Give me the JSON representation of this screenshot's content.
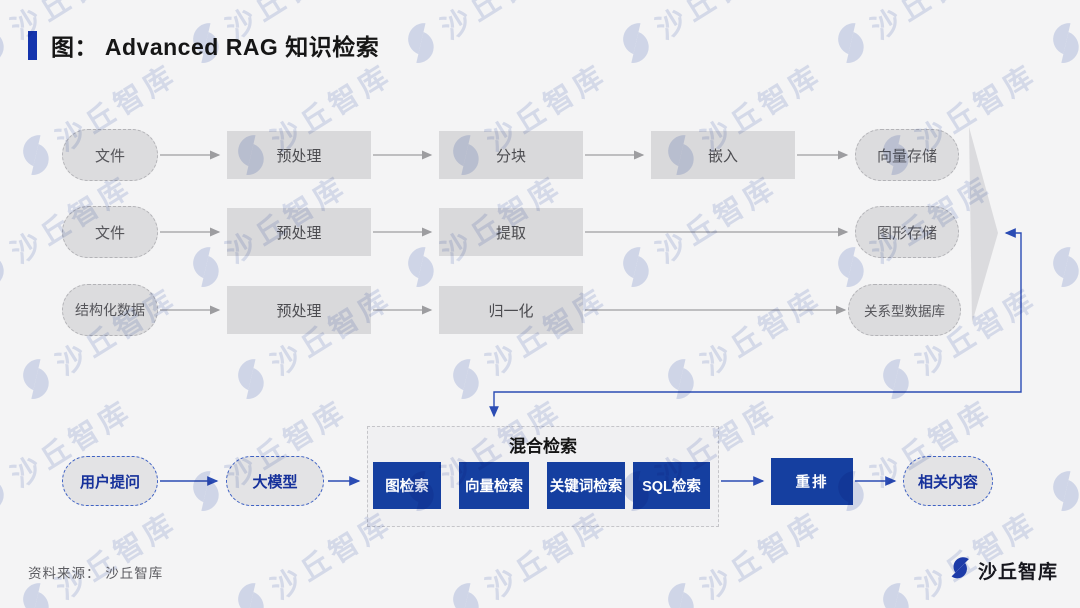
{
  "page": {
    "title": "图： Advanced RAG 知识检索",
    "source_note": "资料来源： 沙丘智库",
    "brand": "沙丘智库",
    "watermark_text": "沙丘智库"
  },
  "colors": {
    "accent_blue": "#153fa0",
    "navy_text": "#16319b",
    "line_blue": "#3f62c4",
    "gray_fill": "#d9d9db",
    "gray_line": "#9d9da0",
    "background": "#f4f4f5"
  },
  "pipelines": [
    {
      "name": "documents-vector",
      "nodes": [
        {
          "type": "ellipse",
          "label": "文件"
        },
        {
          "type": "rect",
          "label": "预处理"
        },
        {
          "type": "rect",
          "label": "分块"
        },
        {
          "type": "rect",
          "label": "嵌入"
        },
        {
          "type": "ellipse",
          "label": "向量存储"
        }
      ]
    },
    {
      "name": "documents-graph",
      "nodes": [
        {
          "type": "ellipse",
          "label": "文件"
        },
        {
          "type": "rect",
          "label": "预处理"
        },
        {
          "type": "rect",
          "label": "提取"
        },
        {
          "type": "ellipse",
          "label": "图形存储"
        }
      ]
    },
    {
      "name": "structured-data",
      "nodes": [
        {
          "type": "ellipse",
          "label": "结构化数据"
        },
        {
          "type": "rect",
          "label": "预处理"
        },
        {
          "type": "rect",
          "label": "归一化"
        },
        {
          "type": "ellipse",
          "label": "关系型数据库"
        }
      ]
    }
  ],
  "retrieval_flow": {
    "user_query": "用户提问",
    "llm": "大模型",
    "hybrid_box": {
      "title": "混合检索",
      "methods": [
        "图检索",
        "向量检索",
        "关键词检索",
        "SQL检索"
      ]
    },
    "rerank": "重排",
    "result": "相关内容"
  }
}
